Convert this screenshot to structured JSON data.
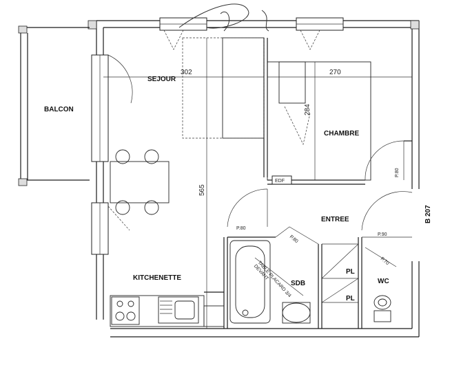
{
  "rooms": {
    "balcon": "BALCON",
    "sejour": "SEJOUR",
    "chambre": "CHAMBRE",
    "entree": "ENTREE",
    "kitchenette": "KITCHENETTE",
    "sdb": "SDB",
    "wc": "WC",
    "pl1": "PL",
    "pl2": "PL",
    "edf": "EDF"
  },
  "dimensions": {
    "d302": "302",
    "d270": "270",
    "d284": "284",
    "d565": "565"
  },
  "doors": {
    "p80_top": "P.80",
    "p80_diag": "P.80",
    "p80_right": "P.80",
    "p90": "P.90",
    "p70": "P.70"
  },
  "notes": {
    "bath": "TABLE PLACARD 3/4\nDEVANT"
  },
  "unit_code": "B 207"
}
